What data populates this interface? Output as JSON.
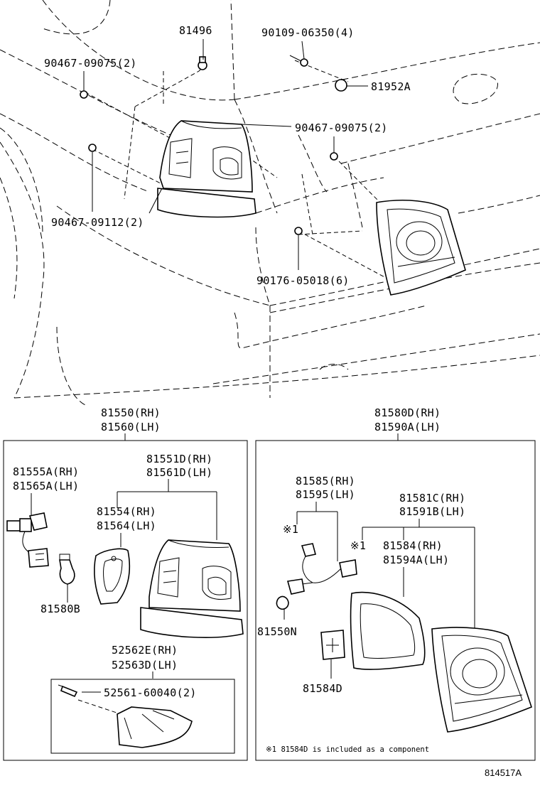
{
  "top": {
    "l_81496": "81496",
    "l_90109": "90109-06350(4)",
    "l_90467_a": "90467-09075(2)",
    "l_81952a": "81952A",
    "l_90467_b": "90467-09075(2)",
    "l_90467_09112": "90467-09112(2)",
    "l_90176": "90176-05018(6)"
  },
  "left_box": {
    "title_rh": "81550(RH)",
    "title_lh": "81560(LH)",
    "l_81555a": "81555A(RH)",
    "l_81565a": "81565A(LH)",
    "l_81551d": "81551D(RH)",
    "l_81561d": "81561D(LH)",
    "l_81554": "81554(RH)",
    "l_81564": "81564(LH)",
    "l_81580b": "81580B",
    "l_52562e": "52562E(RH)",
    "l_52563d": "52563D(LH)",
    "l_52561": "52561-60040(2)"
  },
  "right_box": {
    "title_rh": "81580D(RH)",
    "title_lh": "81590A(LH)",
    "l_81585": "81585(RH)",
    "l_81595": "81595(LH)",
    "l_81581c": "81581C(RH)",
    "l_81591b": "81591B(LH)",
    "mark1_a": "※1",
    "mark1_b": "※1",
    "l_81584": "81584(RH)",
    "l_81594a": "81594A(LH)",
    "l_81550n": "81550N",
    "l_81584d": "81584D",
    "footnote": "※1 81584D is included as a component"
  },
  "figure_id": "814517A"
}
